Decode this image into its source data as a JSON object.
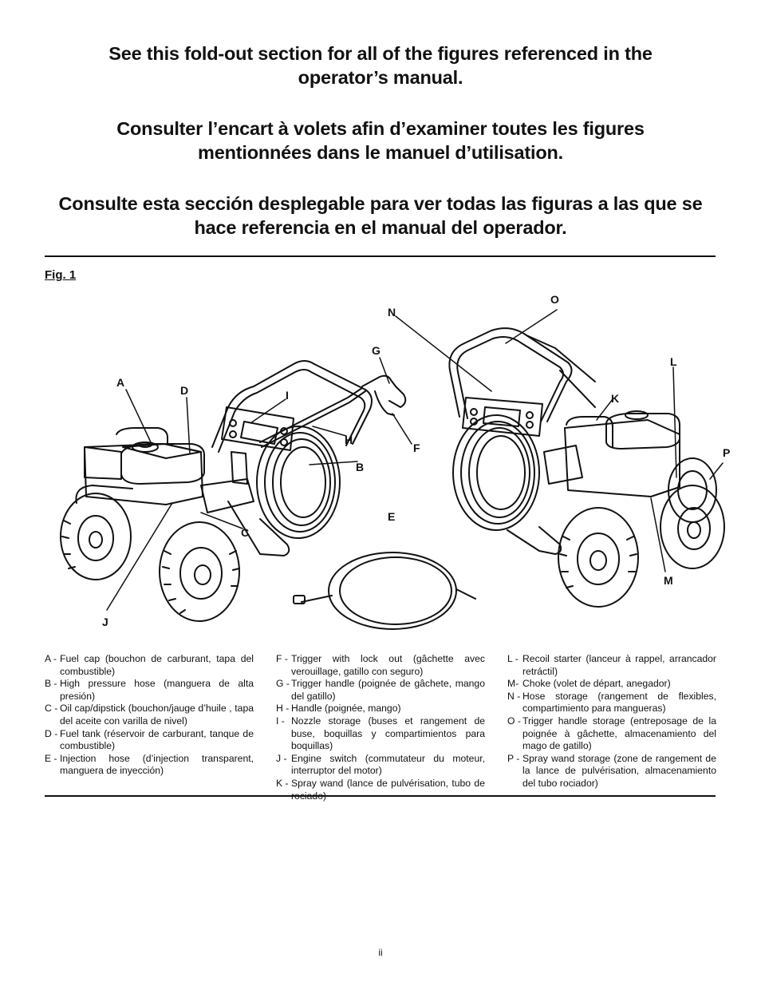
{
  "headings": [
    {
      "line1": "See this fold-out section for all of the figures referenced in the",
      "line2": "operator’s manual."
    },
    {
      "line1": "Consulter l’encart à volets afin d’examiner toutes les figures",
      "line2": "mentionnées dans le manuel d’utilisation."
    },
    {
      "line1": "Consulte esta sección desplegable para ver todas las figuras a las que se",
      "line2": "hace referencia en el manual del operador."
    }
  ],
  "figure": {
    "label": "Fig. 1",
    "callouts": {
      "A": "A",
      "B": "B",
      "C": "C",
      "D": "D",
      "E": "E",
      "F": "F",
      "G": "G",
      "H": "H",
      "I": "I",
      "J": "J",
      "K": "K",
      "L": "L",
      "M": "M",
      "N": "N",
      "O": "O",
      "P": "P"
    }
  },
  "legend": {
    "col1": [
      {
        "key": "A -",
        "text": "Fuel cap (bouchon de carburant, tapa del combustible)"
      },
      {
        "key": "B -",
        "text": "High pressure hose (manguera de alta presión)"
      },
      {
        "key": "C -",
        "text": "Oil cap/dipstick (bouchon/jauge d’huile , tapa del aceite con varilla de nivel)"
      },
      {
        "key": "D -",
        "text": "Fuel tank (réservoir de carburant, tanque de combustible)"
      },
      {
        "key": "E -",
        "text": "Injection hose (d’injection transparent, manguera de inyección)"
      }
    ],
    "col2": [
      {
        "key": "F -",
        "text": "Trigger with lock out (gâchette avec verouillage, gatillo con seguro)"
      },
      {
        "key": "G -",
        "text": "Trigger handle (poignée de gâchete, mango del gatillo)"
      },
      {
        "key": "H -",
        "text": "Handle (poignée, mango)"
      },
      {
        "key": "I -",
        "text": "Nozzle storage (buses et rangement de buse, boquillas y compartimientos para boquillas)"
      },
      {
        "key": "J -",
        "text": "Engine switch (commutateur du moteur, interruptor del motor)"
      },
      {
        "key": "K -",
        "text": "Spray wand (lance de pulvérisation, tubo de rociado)"
      }
    ],
    "col3": [
      {
        "key": "L -",
        "text": "Recoil starter (lanceur à rappel, arrancador retráctil)"
      },
      {
        "key": "M-",
        "text": "Choke (volet de départ, anegador)"
      },
      {
        "key": "N -",
        "text": "Hose storage (rangement de flexibles, compartimiento para mangueras)"
      },
      {
        "key": "O -",
        "text": "Trigger handle storage (entreposage de la poignée à gâchette, almacenamiento del mago de gatillo)"
      },
      {
        "key": "P -",
        "text": "Spray wand storage (zone de rangement de la lance de pulvérisation, almacenamiento del tubo rociador)"
      }
    ]
  },
  "page_number": "ii"
}
